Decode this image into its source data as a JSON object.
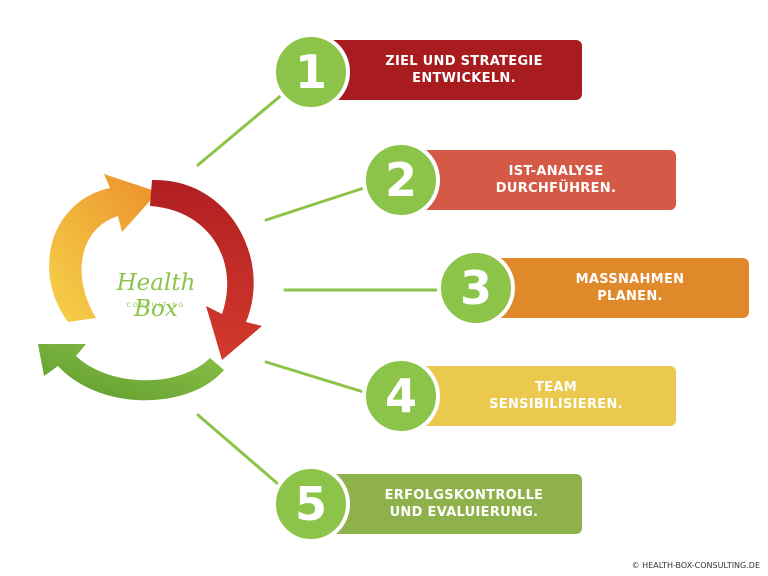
{
  "logo": {
    "name": "Health Box",
    "subtitle": "CONSULTING"
  },
  "steps": [
    {
      "number": "1",
      "label": "ZIEL UND STRATEGIE\nENTWICKELN.",
      "color": "#a81c1f"
    },
    {
      "number": "2",
      "label": "IST-ANALYSE\nDURCHFÜHREN.",
      "color": "#d45a47"
    },
    {
      "number": "3",
      "label": "MASSNAHMEN\nPLANEN.",
      "color": "#e0892a"
    },
    {
      "number": "4",
      "label": "TEAM\nSENSIBILISIEREN.",
      "color": "#ebc94f"
    },
    {
      "number": "5",
      "label": "ERFOLGSKONTROLLE\nUND EVALUIERUNG.",
      "color": "#8fb14b"
    }
  ],
  "circle_color": "#8cc44a",
  "copyright": "© HEALTH-BOX-CONSULTING.DE"
}
